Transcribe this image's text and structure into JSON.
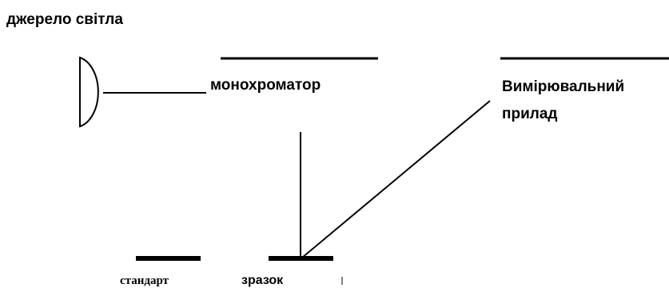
{
  "diagram": {
    "light_source_label": "джерело світла",
    "monochromator_label": "монохроматор",
    "instrument_label": "Вимірювальний прилад",
    "standard_label": "стандарт",
    "sample_label": "зразок"
  },
  "colors": {
    "line": "#000000",
    "background": "#ffffff"
  }
}
